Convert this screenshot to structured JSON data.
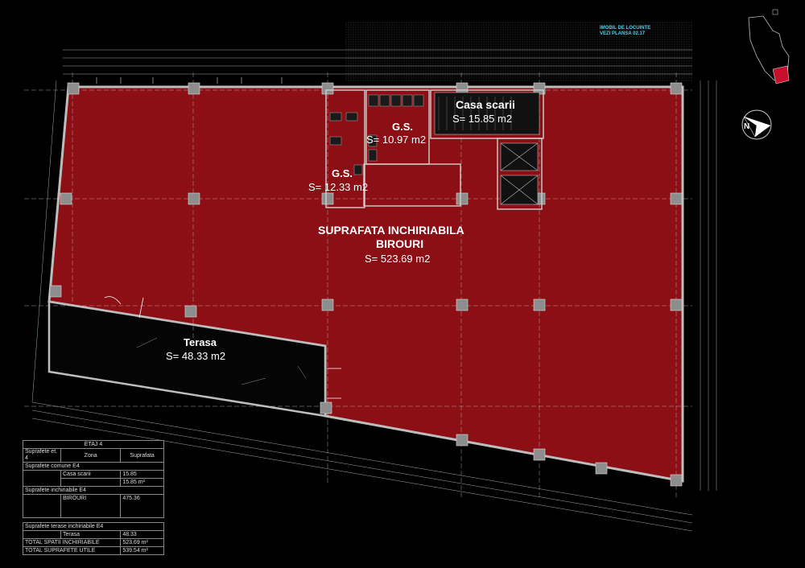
{
  "site_note": {
    "line1": "IMOBIL DE LOCUINTE",
    "line2": "VEZI PLANSA 02.17"
  },
  "north_label": "N",
  "rooms": {
    "casa_scarii": {
      "name": "Casa scarii",
      "area": "S= 15.85 m2"
    },
    "gs1": {
      "name": "G.S.",
      "area": "S= 10.97 m2"
    },
    "gs2": {
      "name": "G.S.",
      "area": "S= 12.33 m2"
    },
    "birouri": {
      "name1": "SUPRAFATA INCHIRIABILA",
      "name2": "BIROURI",
      "area": "S= 523.69 m2"
    },
    "terasa": {
      "name": "Terasa",
      "area": "S= 48.33 m2"
    }
  },
  "legend": {
    "title": "ETAJ 4",
    "col_a": "Suprafete et. 4",
    "col_zona": "Zona",
    "col_supr": "Suprafata",
    "g1": "Suprafete comune E4",
    "r1_zona": "Casa scarii",
    "r1_val": "15.85",
    "r1_total": "15.85 m²",
    "g2": "Suprafete inchiriabile E4",
    "r2_zona": "BIROURI",
    "r2_val": "475.36",
    "g3": "Suprafete terase inchiriabile E4",
    "r3_zona": "Terasa",
    "r3_val": "48.33",
    "t1_label": "TOTAL SPATII INCHIRIABILE",
    "t1_val": "523.69 m²",
    "t2_label": "TOTAL SUPRAFETE UTILE",
    "t2_val": "539.54 m²"
  },
  "colors": {
    "floor": "#8b0f14",
    "wall": "#bdbdbd",
    "background": "#000000",
    "accent_text": "#4fd0e8"
  }
}
